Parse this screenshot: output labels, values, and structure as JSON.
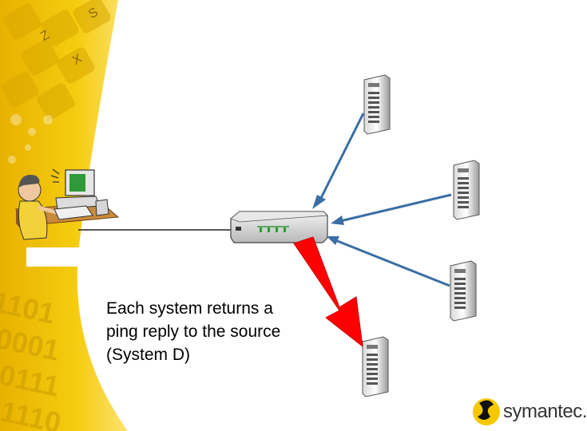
{
  "caption": {
    "line1": "Each system returns a",
    "line2": "ping reply to the source",
    "line3": "(System D)"
  },
  "logo": {
    "text": "symantec."
  },
  "decor": {
    "keys": [
      "S",
      "Z",
      "X"
    ],
    "binary": [
      "1101",
      "0001",
      "0111",
      "1110"
    ]
  },
  "colors": {
    "banner_yellow": "#f2c400",
    "reply_arrow_blue": "#3a6ea5",
    "highlight_arrow_red": "#ff0000",
    "logo_yellow": "#f5c800"
  },
  "nodes": {
    "source": "System D",
    "hub": "hub",
    "servers": [
      "server-top",
      "server-mid",
      "server-lower",
      "server-bottom"
    ]
  }
}
